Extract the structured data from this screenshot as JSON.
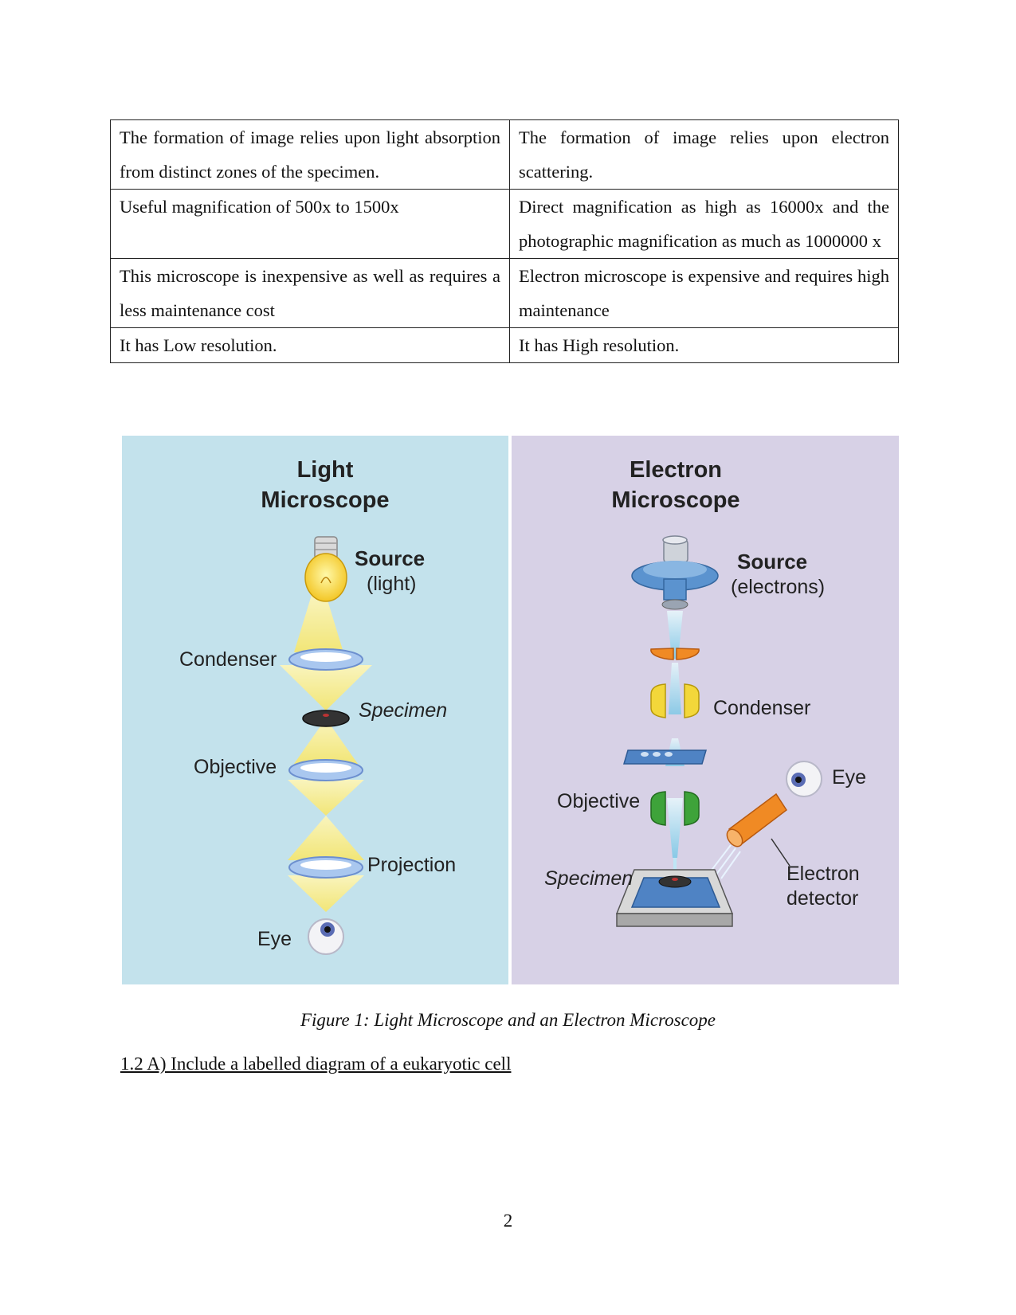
{
  "comparison_table": {
    "rows": [
      [
        "The formation of image relies upon light absorption from distinct zones of the specimen.",
        "The formation of image relies upon electron scattering."
      ],
      [
        "Useful magnification of 500x to 1500x",
        "Direct magnification as high as 16000x and the photographic magnification as much as 1000000 x"
      ],
      [
        "This microscope is inexpensive as well as requires a less maintenance cost",
        "Electron microscope is expensive and requires high maintenance"
      ],
      [
        "It has Low resolution.",
        "It has High resolution."
      ]
    ]
  },
  "figure": {
    "light_panel": {
      "title_line1": "Light",
      "title_line2": "Microscope",
      "source": "Source",
      "source_sub": "(light)",
      "condenser": "Condenser",
      "specimen": "Specimen",
      "objective": "Objective",
      "projection": "Projection",
      "eye": "Eye",
      "bg_color": "#c3e2ec"
    },
    "electron_panel": {
      "title_line1": "Electron",
      "title_line2": "Microscope",
      "source": "Source",
      "source_sub": "(electrons)",
      "condenser": "Condenser",
      "eye": "Eye",
      "objective": "Objective",
      "specimen": "Specimen",
      "detector_line1": "Electron",
      "detector_line2": "detector",
      "bg_color": "#d7d1e6"
    }
  },
  "caption": "Figure 1: Light Microscope and an Electron Microscope",
  "section_heading": "1.2 A) Include a labelled diagram of a eukaryotic cell",
  "page_number": "2"
}
